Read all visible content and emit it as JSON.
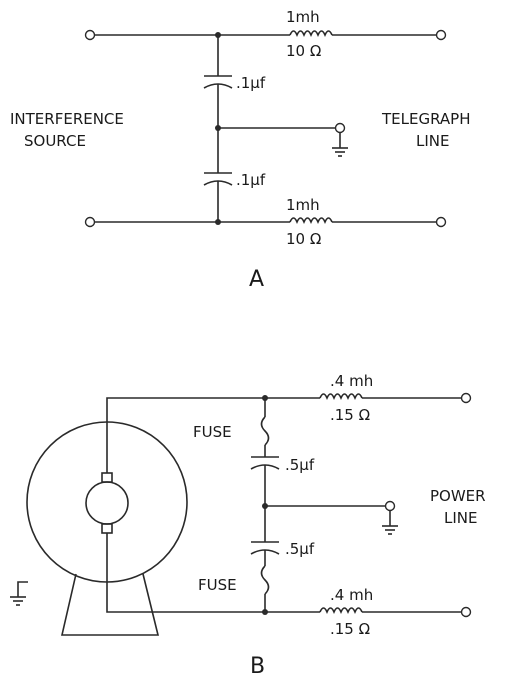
{
  "diagram_a": {
    "label": "A",
    "left_label_line1": "INTERFERENCE",
    "left_label_line2": "SOURCE",
    "right_label_line1": "TELEGRAPH",
    "right_label_line2": "LINE",
    "top_inductor_value": "1mh",
    "top_inductor_resistance": "10 Ω",
    "bottom_inductor_value": "1mh",
    "bottom_inductor_resistance": "10 Ω",
    "top_capacitor": ".1μf",
    "bottom_capacitor": ".1μf"
  },
  "diagram_b": {
    "label": "B",
    "top_fuse_label": "FUSE",
    "bottom_fuse_label": "FUSE",
    "top_capacitor": ".5μf",
    "bottom_capacitor": ".5μf",
    "top_inductor_value": ".4 mh",
    "top_inductor_resistance": ".15 Ω",
    "bottom_inductor_value": ".4 mh",
    "bottom_inductor_resistance": ".15 Ω",
    "right_label_line1": "POWER",
    "right_label_line2": "LINE"
  },
  "colors": {
    "ink": "#2a2a2a",
    "background": "#ffffff"
  }
}
